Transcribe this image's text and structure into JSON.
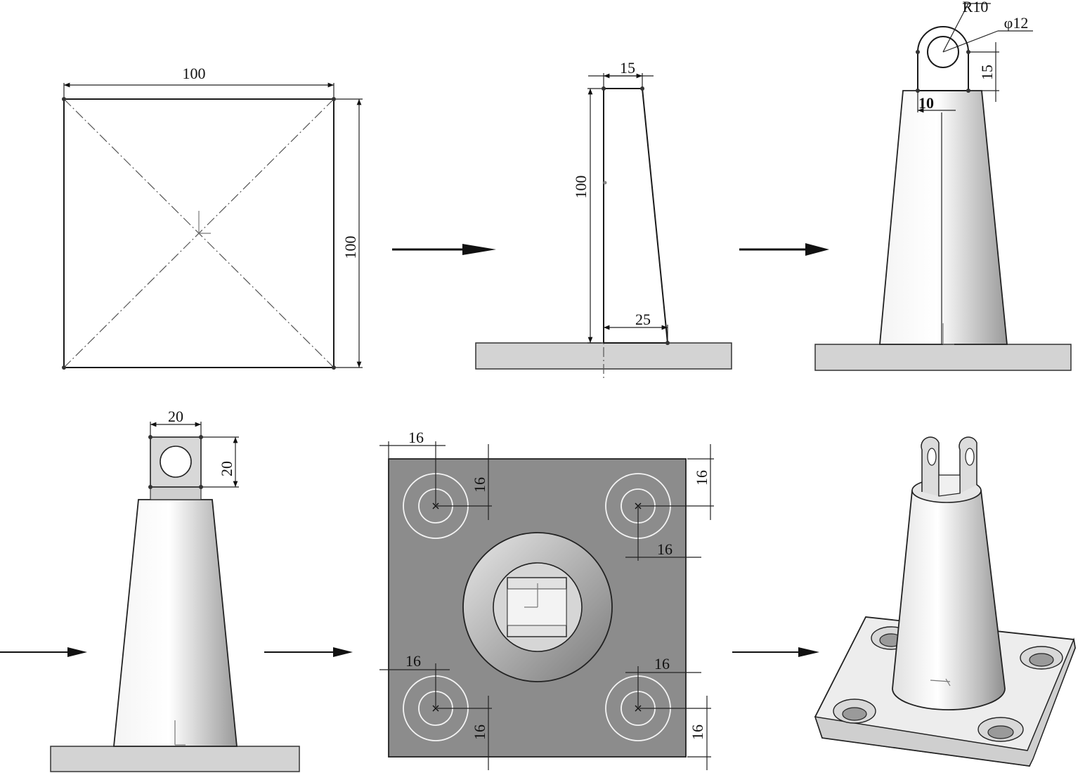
{
  "steps": [
    {
      "id": "step1",
      "dims": {
        "width": "100",
        "height": "100"
      }
    },
    {
      "id": "step2",
      "dims": {
        "top": "15",
        "height": "100",
        "bottom": "25"
      }
    },
    {
      "id": "step3",
      "dims": {
        "radius": "R10",
        "diameter": "φ12",
        "height": "15",
        "offset": "10"
      }
    },
    {
      "id": "step4",
      "dims": {
        "width": "20",
        "height": "20"
      }
    },
    {
      "id": "step5",
      "dims": {
        "tl_x": "16",
        "tl_y": "16",
        "tr_y": "16",
        "tr_x": "16",
        "bl_x": "16",
        "bl_y": "16",
        "br_x": "16",
        "br_y": "16"
      }
    },
    {
      "id": "step6",
      "dims": {}
    }
  ],
  "colors": {
    "plate": "#8c8c8c",
    "base": "#d3d3d3",
    "line": "#1a1a1a",
    "hole_ring": "#ffffff"
  }
}
